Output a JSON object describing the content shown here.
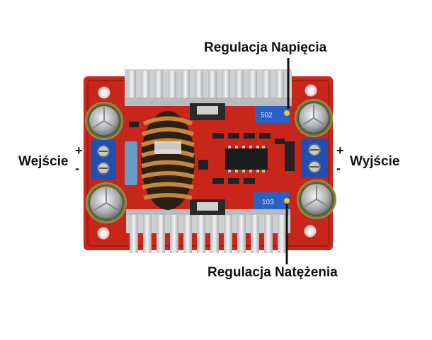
{
  "labels": {
    "voltage_adjust": "Regulacja Napięcia",
    "current_adjust": "Regulacja Natężenia",
    "input": "Wejście",
    "output": "Wyjście",
    "plus": "+",
    "minus": "-"
  },
  "board_markings": {
    "pot_top": "502",
    "pot_bottom": "103"
  },
  "colors": {
    "pcb": "#c8261b",
    "heatsink": "#d9dadc",
    "terminal": "#1e4fb3",
    "copper": "#c8863a"
  }
}
